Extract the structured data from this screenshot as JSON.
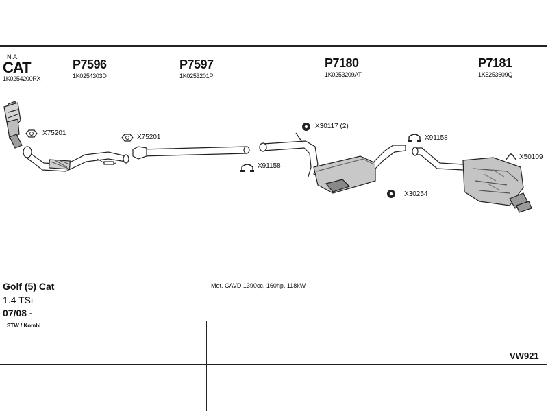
{
  "header": {
    "na_label": "N.A.",
    "cat_label": "CAT",
    "cat_ref": "1K0254200RX"
  },
  "parts": [
    {
      "number": "P7596",
      "ref": "1K0254303D"
    },
    {
      "number": "P7597",
      "ref": "1K0253201P"
    },
    {
      "number": "P7180",
      "ref": "1K0253209AT"
    },
    {
      "number": "P7181",
      "ref": "1K5253609Q"
    }
  ],
  "accessories": [
    {
      "code": "X75201",
      "icon": "flange-gasket-icon"
    },
    {
      "code": "X75201",
      "icon": "flange-gasket-icon"
    },
    {
      "code": "X91158",
      "icon": "clamp-icon"
    },
    {
      "code": "X30117 (2)",
      "icon": "rubber-mount-icon"
    },
    {
      "code": "X91158",
      "icon": "clamp-icon"
    },
    {
      "code": "X50109",
      "icon": "hanger-bracket-icon"
    },
    {
      "code": "X30254",
      "icon": "rubber-mount-icon"
    }
  ],
  "vehicle": {
    "model": "Golf (5) Cat",
    "engine": "1.4 TSi",
    "date": "07/08 -",
    "body": "STW / Kombi"
  },
  "spec": "Mot. CAVD 1390cc, 160hp, 118kW",
  "diagram_code": "VW921"
}
